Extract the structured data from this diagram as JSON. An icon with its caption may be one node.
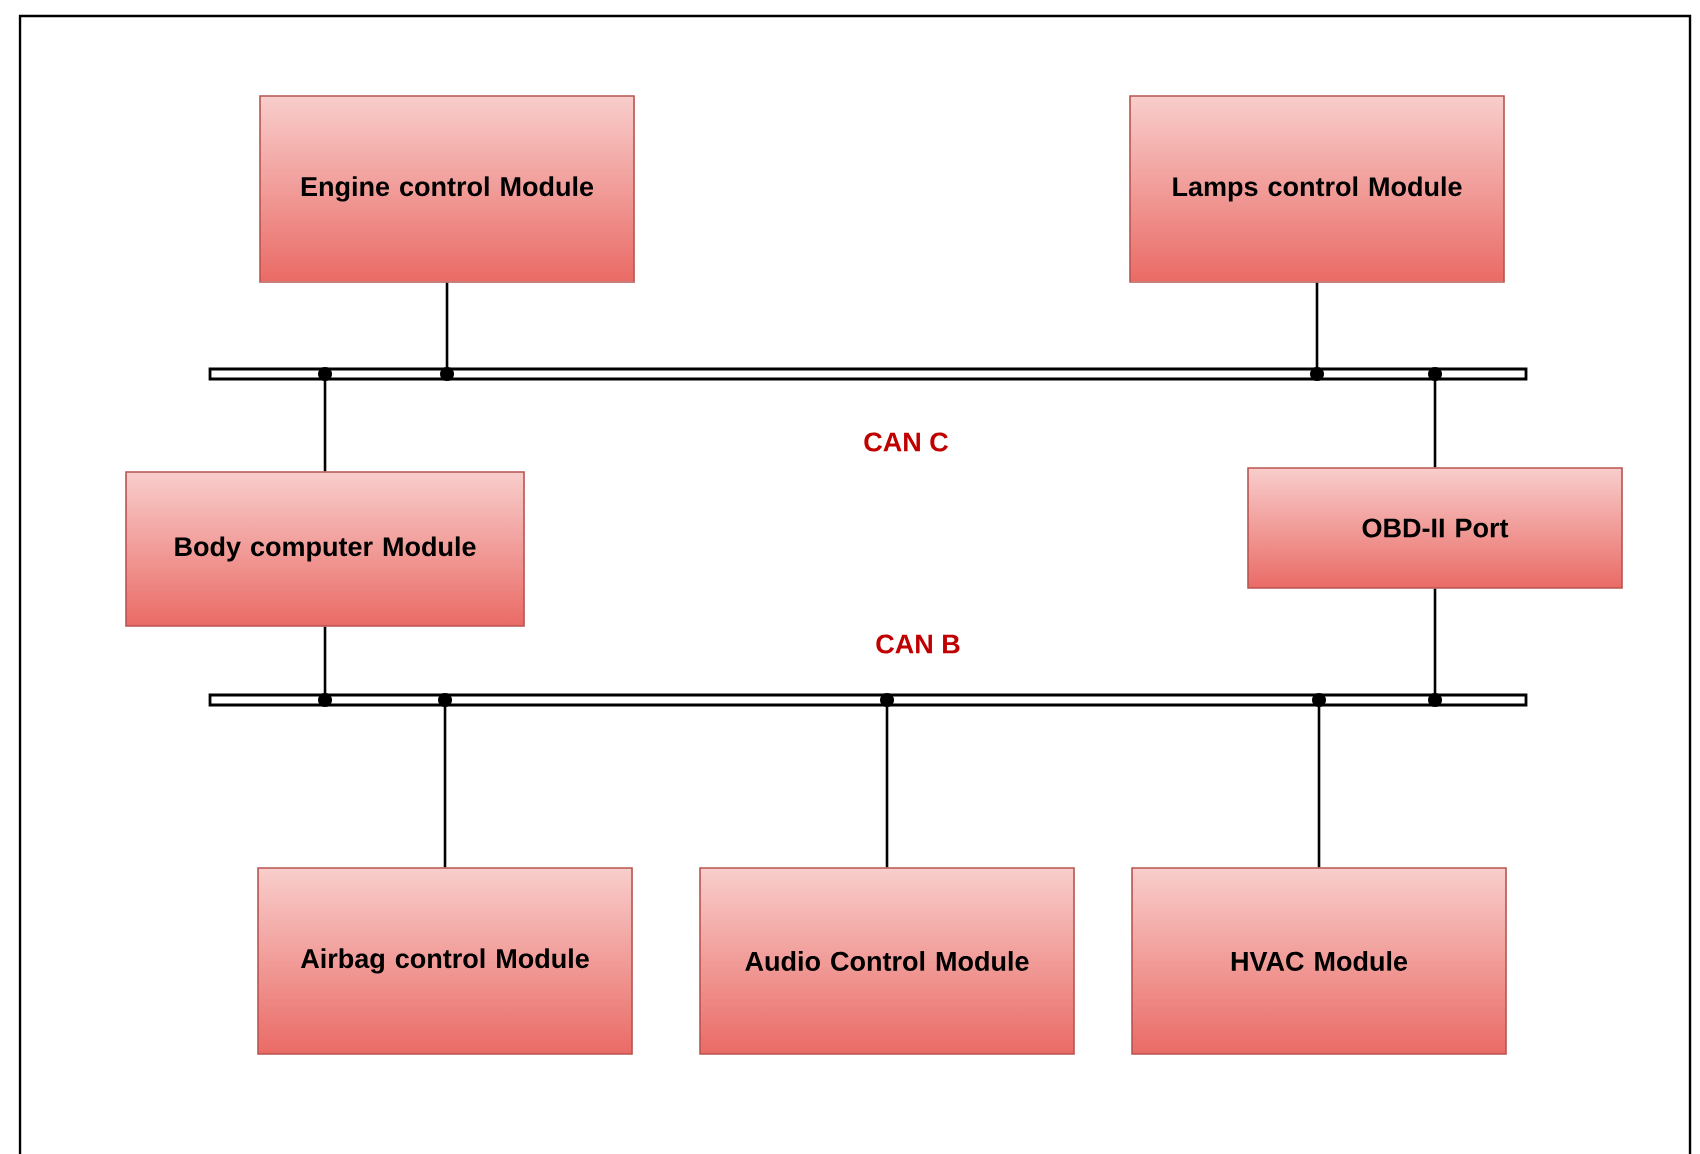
{
  "diagram": {
    "nodes": [
      {
        "text": [
          "Engine control Module"
        ]
      },
      {
        "text": [
          "Lamps control Module"
        ]
      },
      {
        "text": [],
        "shape": "bar",
        "beside": [
          "CAN C"
        ]
      },
      {
        "text": [
          "Body computer Module"
        ]
      },
      {
        "text": [
          "OBD-II Port"
        ]
      },
      {
        "text": [],
        "shape": "bar",
        "beside": [
          "CAN B"
        ]
      },
      {
        "text": [
          "Airbag control Module"
        ]
      },
      {
        "text": [
          "Audio Control Module"
        ]
      },
      {
        "text": [
          "HVAC Module"
        ]
      }
    ],
    "edges": [
      {
        "from": 0,
        "to": 2,
        "arrow": "other"
      },
      {
        "from": 1,
        "to": 2,
        "arrow": "other"
      },
      {
        "from": 3,
        "to": 2,
        "arrow": "other"
      },
      {
        "from": 4,
        "to": 2,
        "arrow": "other"
      },
      {
        "from": 3,
        "to": 5,
        "arrow": "other"
      },
      {
        "from": 4,
        "to": 5,
        "arrow": "other"
      },
      {
        "from": 6,
        "to": 5,
        "arrow": "other"
      },
      {
        "from": 7,
        "to": 5,
        "arrow": "other"
      },
      {
        "from": 8,
        "to": 5,
        "arrow": "other"
      }
    ]
  }
}
